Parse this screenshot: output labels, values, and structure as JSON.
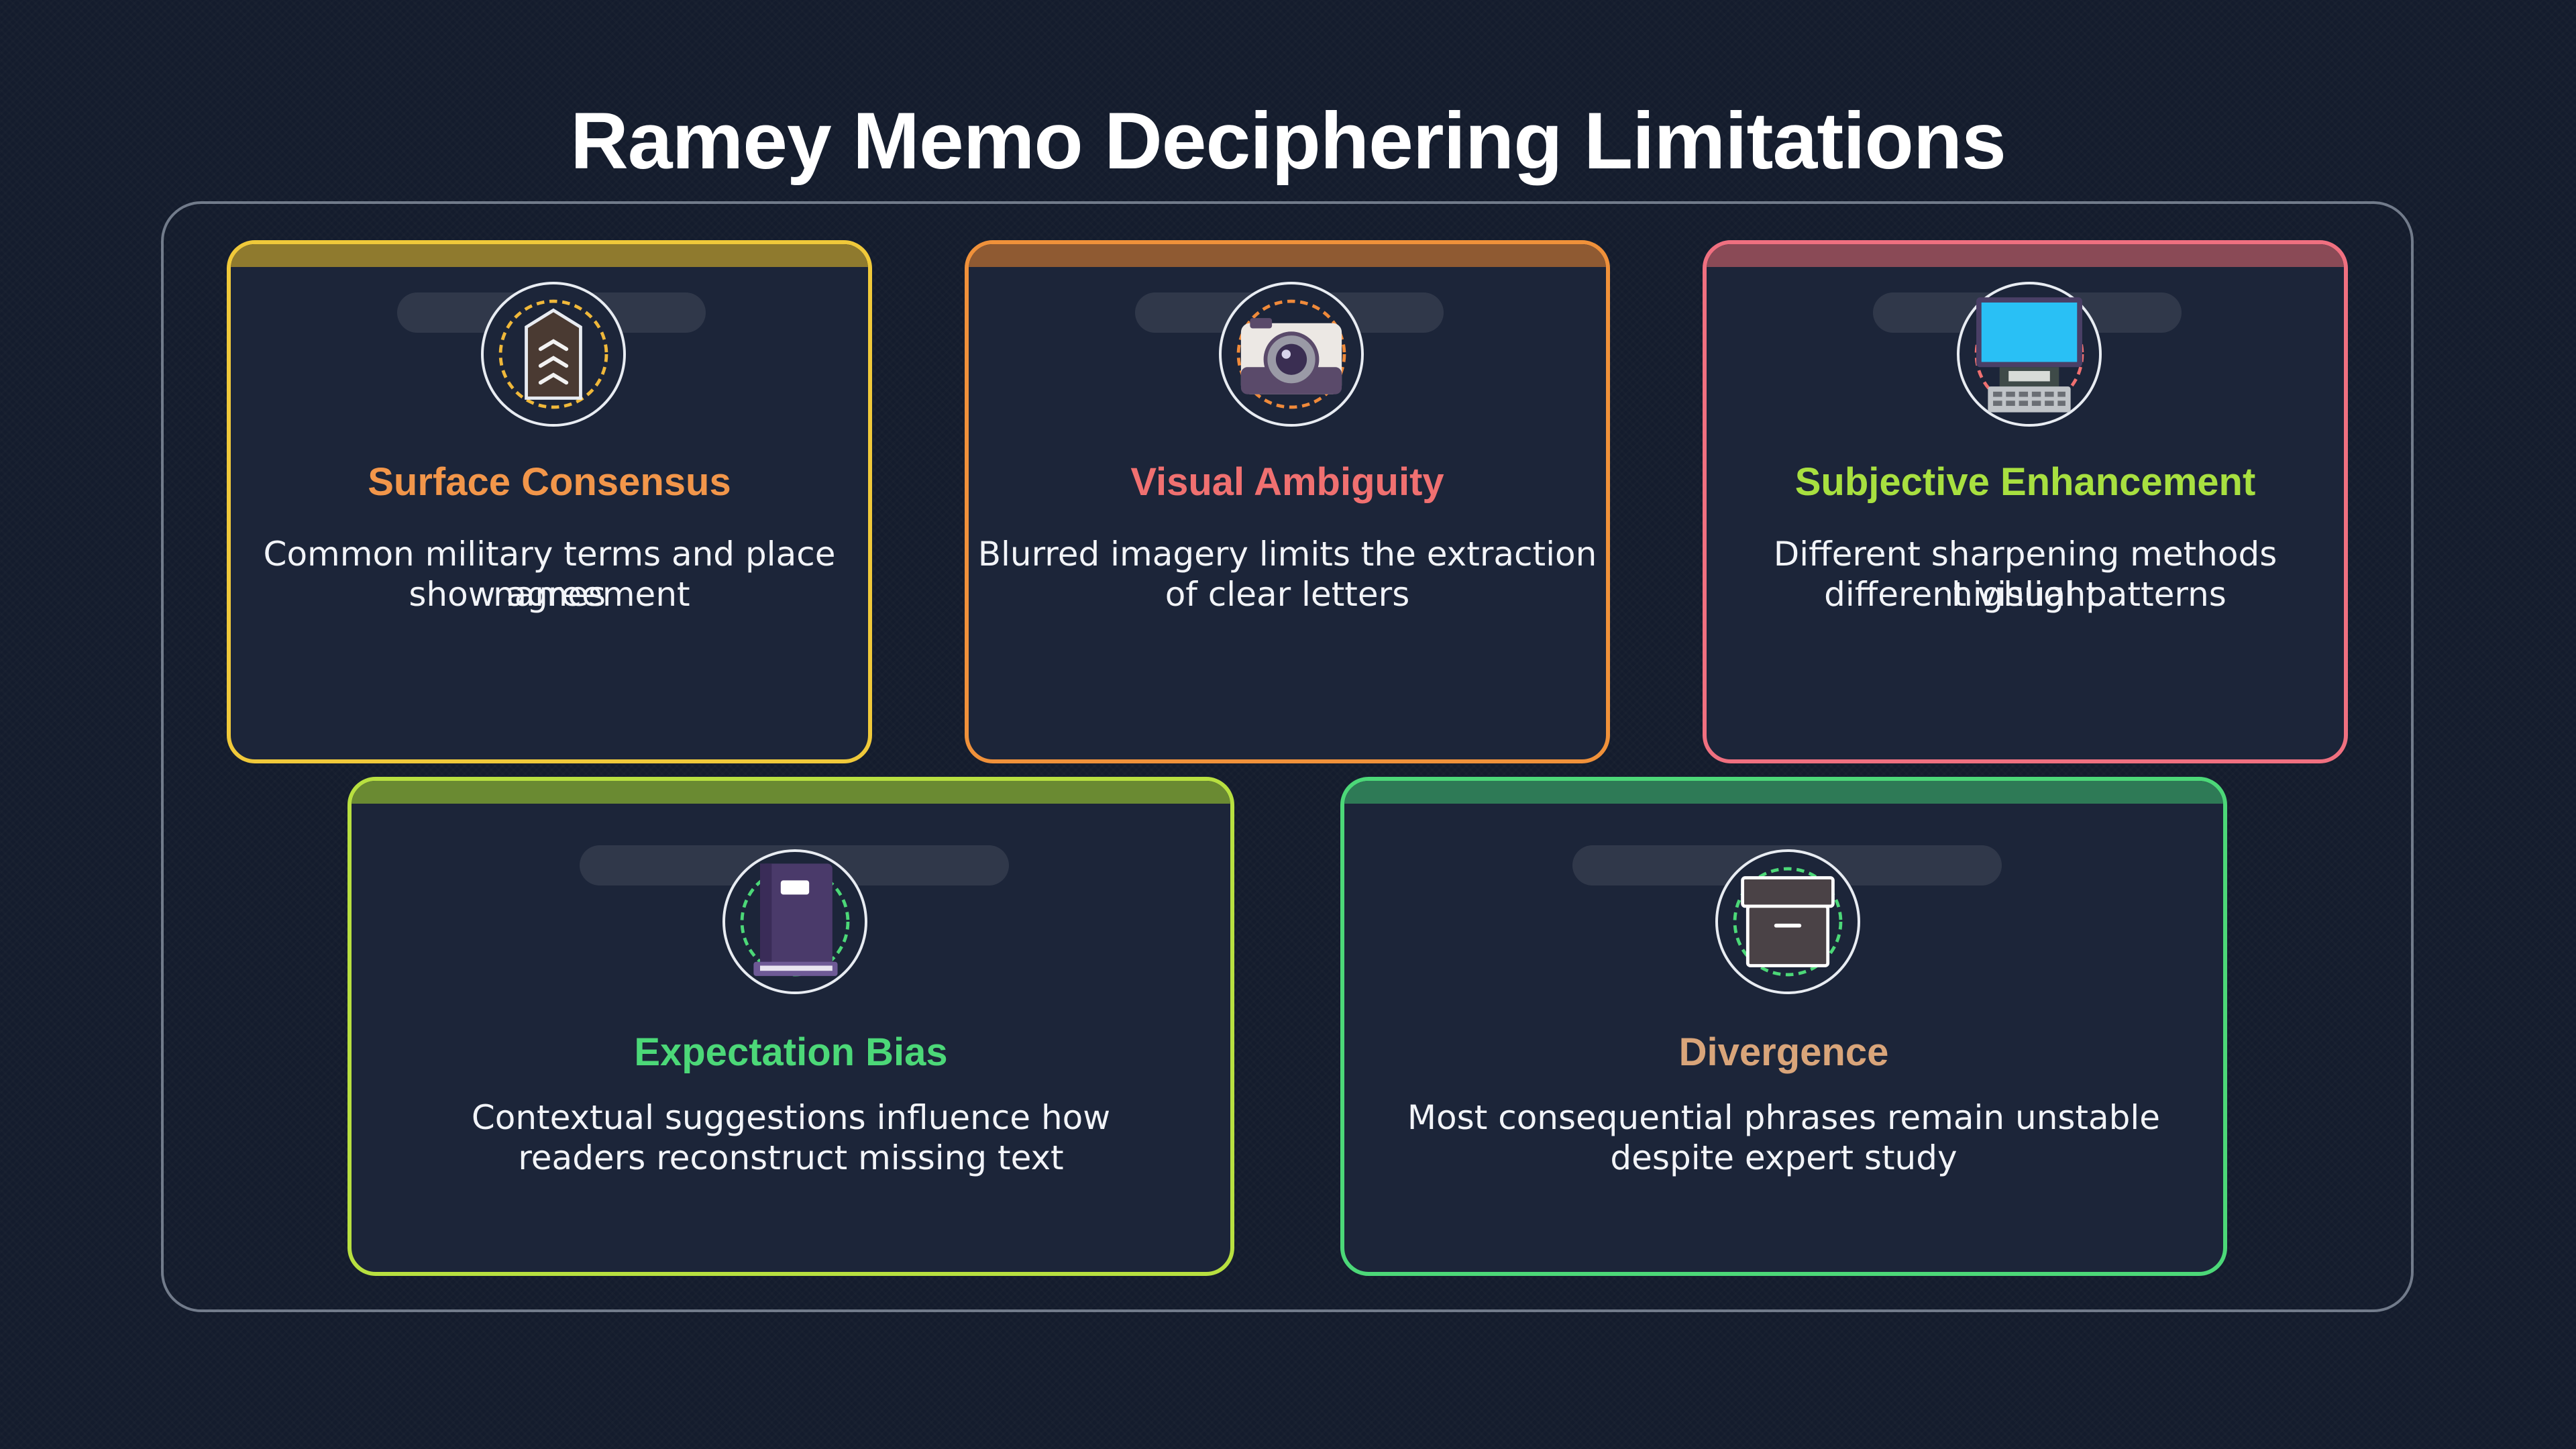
{
  "title": "Ramey Memo Deciphering Limitations",
  "cards": [
    {
      "title": "Surface Consensus",
      "desc_line1": "Common military terms and place names",
      "desc_line2": "show agreement",
      "color": "#f0c93a",
      "title_color": "#f2964a",
      "icon": "chevron-rank-icon"
    },
    {
      "title": "Visual Ambiguity",
      "desc_line1": "Blurred imagery limits the extraction",
      "desc_line2": "of clear letters",
      "color": "#f0913a",
      "title_color": "#f07070",
      "icon": "camera-icon"
    },
    {
      "title": "Subjective Enhancement",
      "desc_line1": "Different sharpening methods highlight",
      "desc_line2": "different visual patterns",
      "color": "#f07080",
      "title_color": "#a8e040",
      "icon": "computer-icon"
    },
    {
      "title": "Expectation Bias",
      "desc_line1": "Contextual suggestions influence how",
      "desc_line2": "readers reconstruct missing text",
      "color": "#b8e040",
      "title_color": "#4cd878",
      "icon": "notebook-icon"
    },
    {
      "title": "Divergence",
      "desc_line1": "Most consequential phrases remain unstable",
      "desc_line2": "despite expert study",
      "color": "#4cd878",
      "title_color": "#d9a57a",
      "icon": "archive-box-icon"
    }
  ]
}
